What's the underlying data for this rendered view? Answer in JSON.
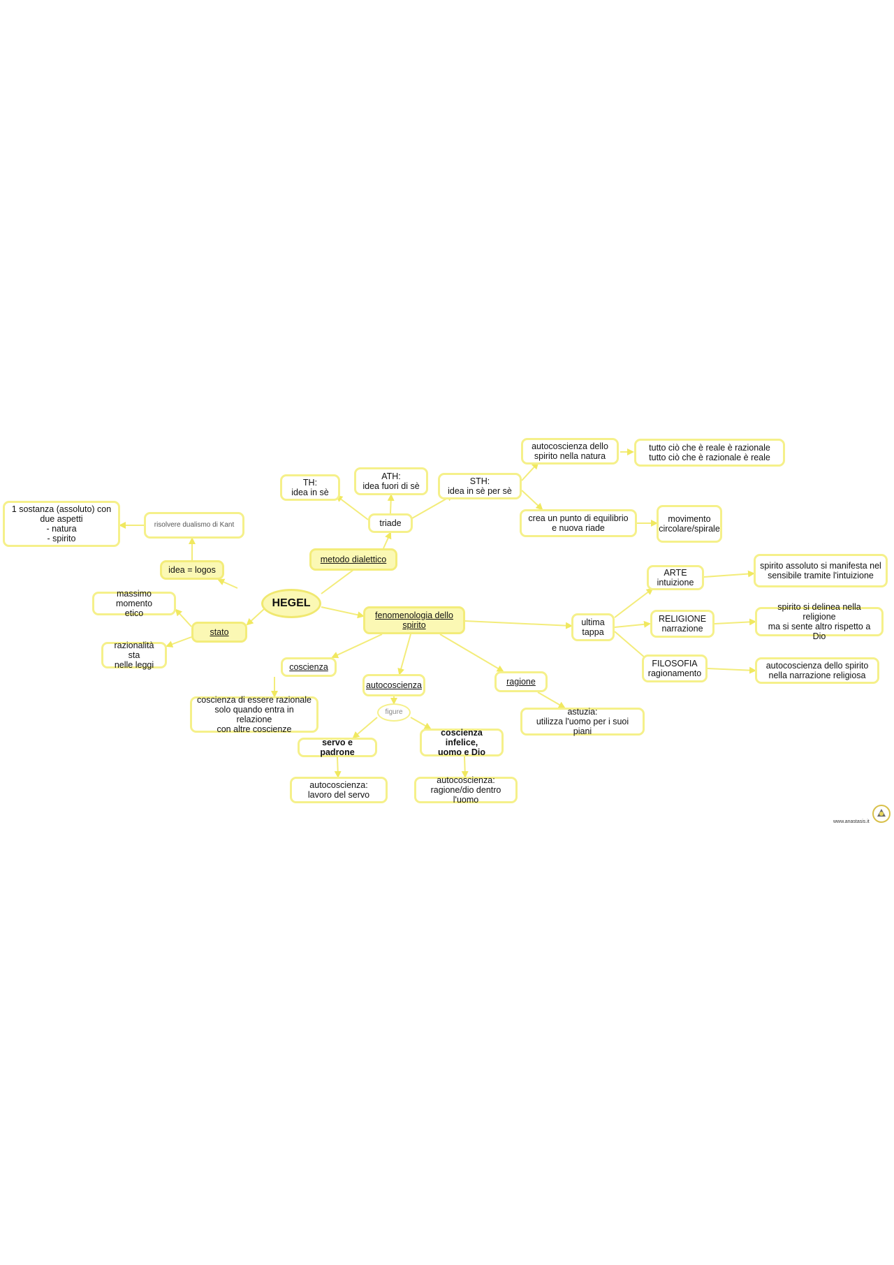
{
  "nodes": {
    "hegel": "HEGEL",
    "metodo": "metodo  dialettico",
    "triade": "triade",
    "th": "TH:\nidea in sè",
    "ath": "ATH:\nidea fuori di sè",
    "sth": "STH:\nidea in sè per sè",
    "autocoscienza_natura": "autocoscienza  dello\nspirito nella natura",
    "reale_razionale": "tutto ciò che è reale è razionale\ntutto ciò che è razionale è reale",
    "equilibrio": "crea un punto di equilibrio\ne nuova riade",
    "movimento": "movimento\ncircolare/spirale",
    "idea_logos": "idea = logos",
    "risolvere": "risolvere    dualismo   di  Kant",
    "sostanza": "1 sostanza (assoluto) con\ndue aspetti\n- natura\n- spirito",
    "stato": "stato",
    "massimo": "massimo  momento\netico",
    "razionalita": "razionalità sta\nnelle leggi",
    "fenomenologia": "fenomenologia  dello\nspirito",
    "ultima_tappa": "ultima\ntappa",
    "arte": "ARTE\nintuizione",
    "religione": "RELIGIONE\nnarrazione",
    "filosofia": "FILOSOFIA\nragionamento",
    "arte_desc": "spirito  assoluto  si  manifesta  nel\nsensibile  tramite  l'intuizione",
    "religione_desc": "spirito si delinea nella religione\nma si sente altro rispetto a Dio",
    "filosofia_desc": "autocoscienza  dello spirito\nnella narrazione religiosa",
    "coscienza": "coscienza",
    "coscienza_desc": "coscienza  di  essere  razionale\nsolo quando entra in relazione\ncon altre  coscienze",
    "autocoscienza": "autocoscienza",
    "figure": "figure",
    "servo": "servo  e  padrone",
    "infelice": "coscienza    infelice,\nuomo  e  Dio",
    "lavoro": "autocoscienza:\nlavoro  del  servo",
    "ragione_dio": "autocoscienza:\nragione/dio  dentro  l'uomo",
    "ragione": "ragione",
    "astuzia": "astuzia:\nutilizza  l'uomo  per  i  suoi  piani"
  },
  "footer": {
    "site": "www.anastasis.it"
  },
  "colors": {
    "node_border": "#f5f08a",
    "node_fill": "#fbf8b4",
    "edge": "#f3ec7a"
  }
}
